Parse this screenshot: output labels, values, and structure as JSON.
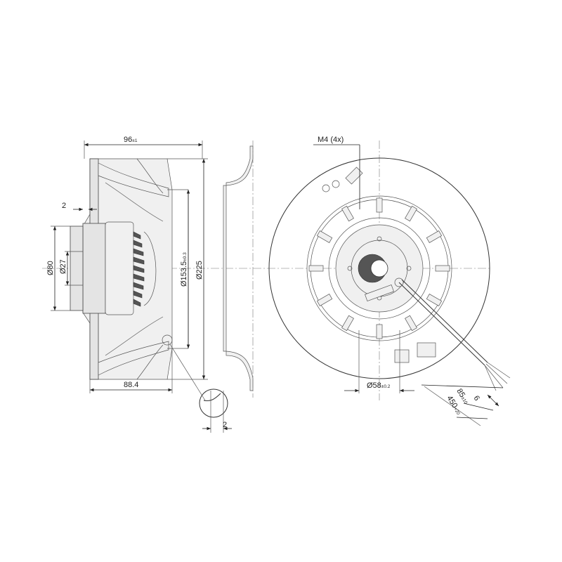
{
  "side_view": {
    "dim_depth": "96",
    "dim_depth_tol": "±1",
    "dim_offset": "2",
    "dim_shaft_outer": "Ø80",
    "dim_shaft_inner": "Ø27",
    "dim_inner_dia": "Ø153.5",
    "dim_inner_dia_tol": "±0.3",
    "dim_outer_dia": "Ø225",
    "dim_body_depth": "88.4",
    "detail_gap": "2"
  },
  "front_view": {
    "thread_label": "M4 (4x)",
    "hub_dia": "Ø58",
    "hub_dia_tol": "±0.2",
    "cable_end": "6",
    "cable_strip": "85",
    "cable_strip_tol": "±10",
    "cable_length": "450",
    "cable_length_tol": "+20"
  }
}
